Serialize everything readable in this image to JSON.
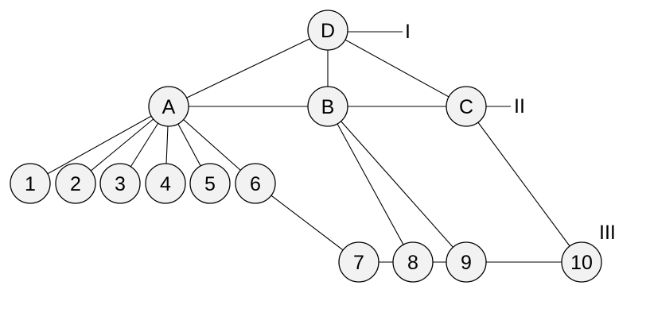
{
  "diagram": {
    "node_fill": "#f2f2f2",
    "stroke_color": "#000000",
    "nodes": [
      {
        "id": "D",
        "label": "D"
      },
      {
        "id": "A",
        "label": "A"
      },
      {
        "id": "B",
        "label": "B"
      },
      {
        "id": "C",
        "label": "C"
      },
      {
        "id": "1",
        "label": "1"
      },
      {
        "id": "2",
        "label": "2"
      },
      {
        "id": "3",
        "label": "3"
      },
      {
        "id": "4",
        "label": "4"
      },
      {
        "id": "5",
        "label": "5"
      },
      {
        "id": "6",
        "label": "6"
      },
      {
        "id": "7",
        "label": "7"
      },
      {
        "id": "8",
        "label": "8"
      },
      {
        "id": "9",
        "label": "9"
      },
      {
        "id": "10",
        "label": "10"
      }
    ],
    "edges": [
      {
        "from": "D",
        "to": "A"
      },
      {
        "from": "D",
        "to": "B"
      },
      {
        "from": "D",
        "to": "C"
      },
      {
        "from": "A",
        "to": "B"
      },
      {
        "from": "B",
        "to": "C"
      },
      {
        "from": "A",
        "to": "1"
      },
      {
        "from": "A",
        "to": "2"
      },
      {
        "from": "A",
        "to": "3"
      },
      {
        "from": "A",
        "to": "4"
      },
      {
        "from": "A",
        "to": "5"
      },
      {
        "from": "A",
        "to": "6"
      },
      {
        "from": "6",
        "to": "7"
      },
      {
        "from": "7",
        "to": "8"
      },
      {
        "from": "8",
        "to": "9"
      },
      {
        "from": "9",
        "to": "10"
      },
      {
        "from": "B",
        "to": "8"
      },
      {
        "from": "B",
        "to": "9"
      },
      {
        "from": "C",
        "to": "10"
      }
    ],
    "level_labels": [
      {
        "id": "I",
        "text": "I",
        "attached_to": "D"
      },
      {
        "id": "II",
        "text": "II",
        "attached_to": "C"
      },
      {
        "id": "III",
        "text": "III",
        "attached_to": "10"
      }
    ]
  }
}
